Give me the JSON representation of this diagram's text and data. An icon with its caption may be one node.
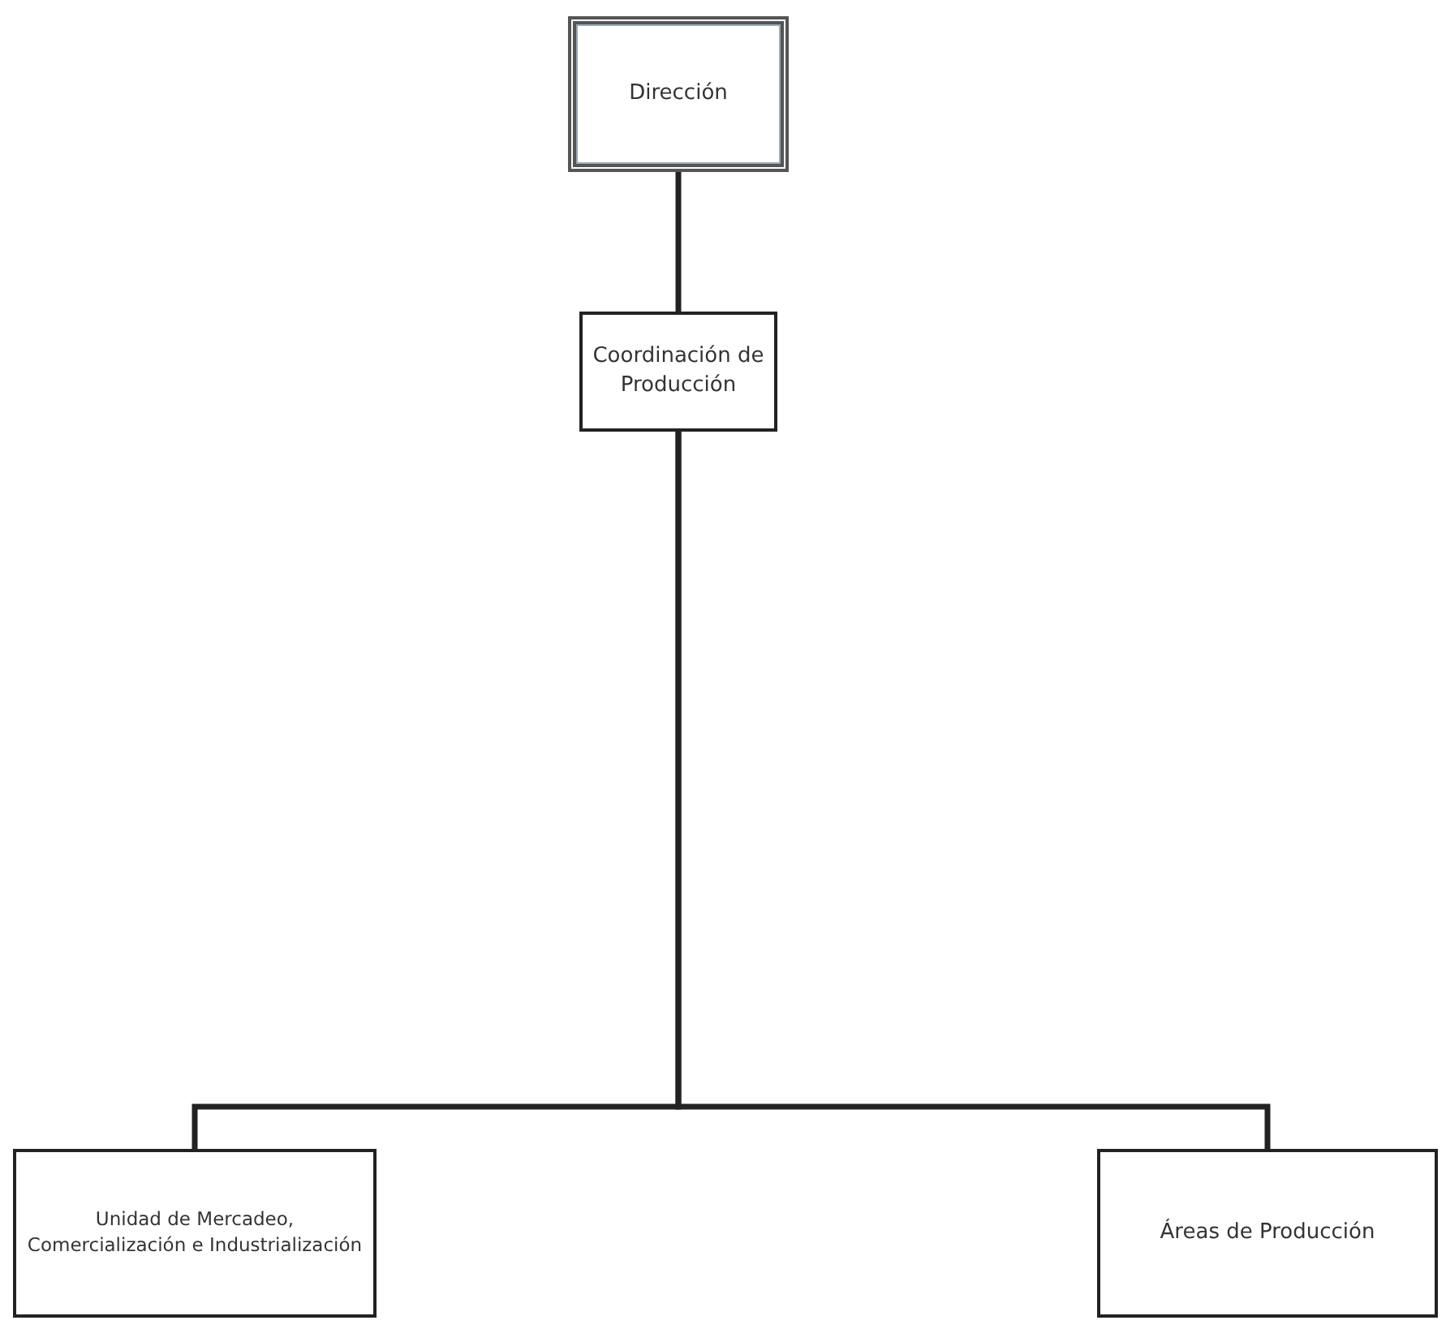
{
  "diagram": {
    "nodes": [
      {
        "text": [
          "Dirección"
        ]
      },
      {
        "text": [
          "Coordinación de Producción"
        ]
      },
      {
        "text": [
          "Unidad de Mercadeo, Comercialización e Industrialización"
        ]
      },
      {
        "text": [
          "Áreas de Producción"
        ]
      }
    ],
    "edges": [
      {
        "from": 0,
        "to": 1,
        "arrow": "none"
      },
      {
        "from": 1,
        "to": 2,
        "arrow": "none"
      },
      {
        "from": 1,
        "to": 3,
        "arrow": "none"
      }
    ]
  }
}
